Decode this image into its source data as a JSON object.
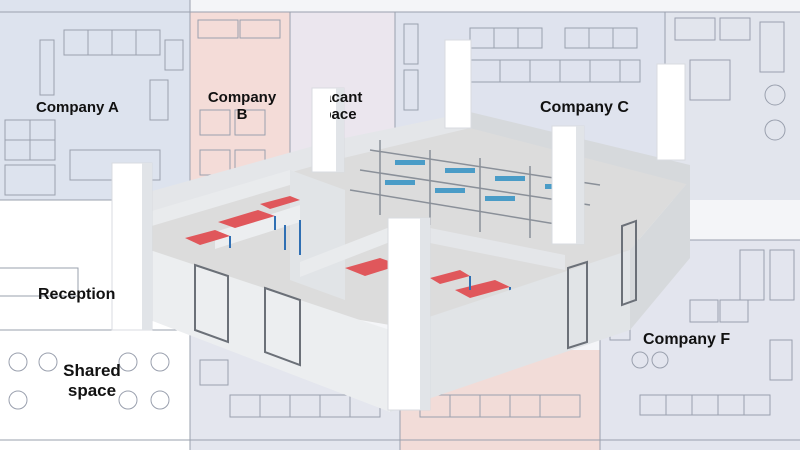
{
  "zones": {
    "company_a": {
      "label": "Company A",
      "color": "#dde3ee"
    },
    "company_b": {
      "label_line1": "Company",
      "label_line2": "B",
      "color": "#f4dcd8"
    },
    "vacant": {
      "label_line1": "Vacant",
      "label_line2": "space",
      "color": "#ebe6ee"
    },
    "company_c": {
      "label": "Company C",
      "color": "#dfe3ee"
    },
    "reception": {
      "label": "Reception",
      "color": "#ffffff"
    },
    "shared": {
      "label_line1": "Shared",
      "label_line2": "space",
      "color": "#ffffff"
    },
    "company_f": {
      "label": "Company F",
      "color": "#e3e5ee"
    }
  },
  "colors": {
    "plan_lines": "#9aa0ae",
    "wall": "#eceef0",
    "wall_shadow": "#d6d9dc",
    "bench_top_red": "#e0575b",
    "bench_frame_blue": "#2f6fb3",
    "floor": "#dcdcdc",
    "shelf_cyan": "#4a9cc7"
  }
}
